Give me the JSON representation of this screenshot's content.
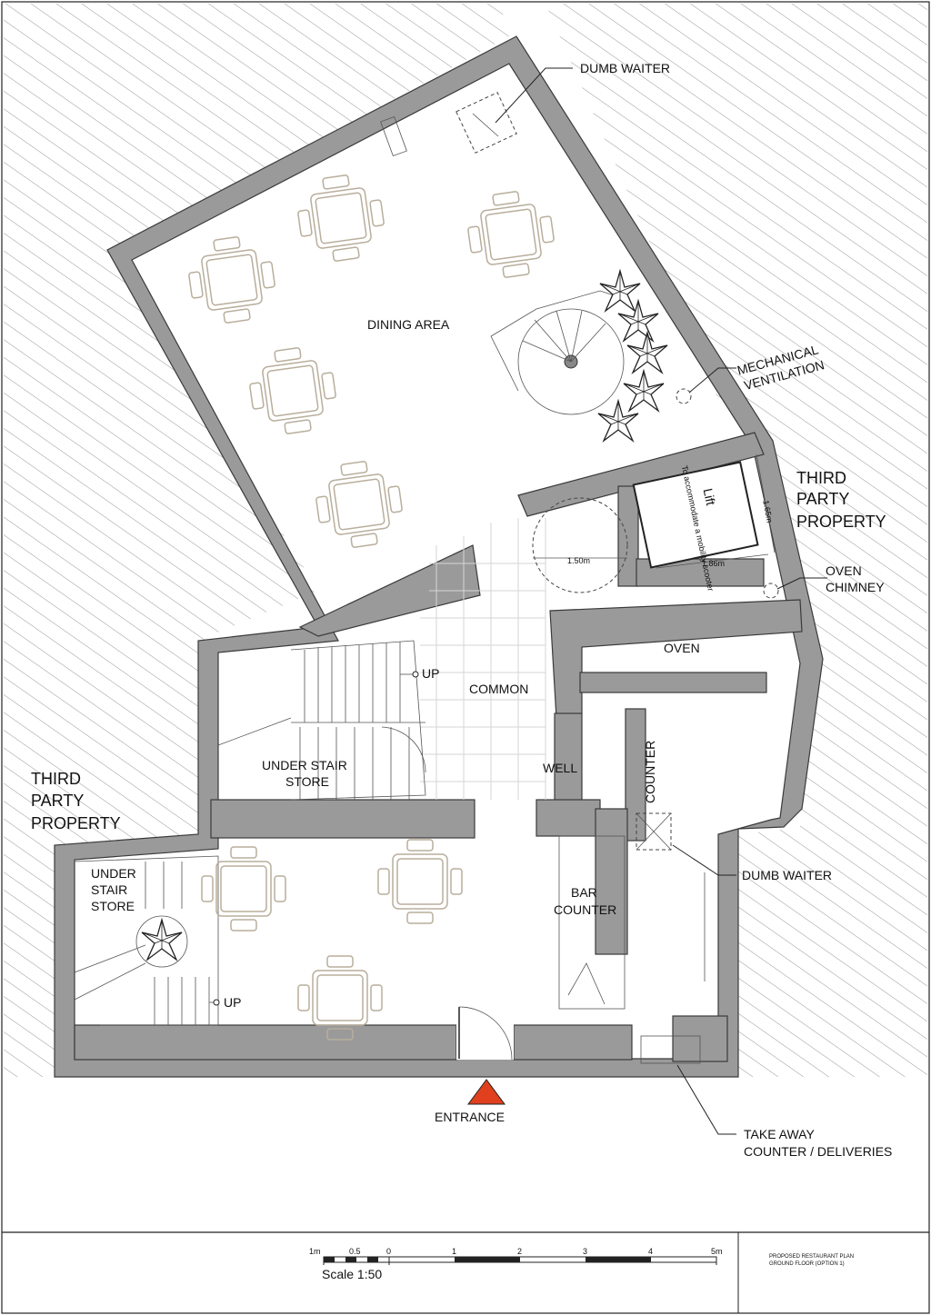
{
  "plan": {
    "labels": {
      "dumb_waiter_top": "DUMB WAITER",
      "dining_area": "DINING AREA",
      "mechanical_ventilation_1": "MECHANICAL",
      "mechanical_ventilation_2": "VENTILATION",
      "third_party_right_1": "THIRD",
      "third_party_right_2": "PARTY",
      "third_party_right_3": "PROPERTY",
      "lift": "Lift",
      "lift_note": "To accommodate a mobility scooter",
      "dim_150": "1.50m",
      "dim_165": "1.65m",
      "dim_186": "1.86m",
      "oven_chimney_1": "OVEN",
      "oven_chimney_2": "CHIMNEY",
      "oven": "OVEN",
      "up_upper": "UP",
      "common": "COMMON",
      "well": "WELL",
      "counter": "COUNTER",
      "under_stair_store_1": "UNDER STAIR",
      "under_stair_store_2": "STORE",
      "third_party_left_1": "THIRD",
      "third_party_left_2": "PARTY",
      "third_party_left_3": "PROPERTY",
      "under_stair_store_left_1": "UNDER",
      "under_stair_store_left_2": "STAIR",
      "under_stair_store_left_3": "STORE",
      "dumb_waiter_bottom": "DUMB WAITER",
      "bar_counter_1": "BAR",
      "bar_counter_2": "COUNTER",
      "up_lower": "UP",
      "entrance": "ENTRANCE",
      "take_away_1": "TAKE AWAY",
      "take_away_2": "COUNTER / DELIVERIES"
    },
    "colors": {
      "wall": "#9a9a9a",
      "entrance_marker": "#e0401e",
      "furniture": "#b8ae9c"
    }
  },
  "title_block": {
    "scale_label": "Scale 1:50",
    "scale_ticks": [
      "1m",
      "0.5",
      "0",
      "1",
      "2",
      "3",
      "4",
      "5m"
    ],
    "drawing_title_1": "PROPOSED RESTAURANT PLAN",
    "drawing_title_2": "GROUND FLOOR (OPTION 1)"
  }
}
